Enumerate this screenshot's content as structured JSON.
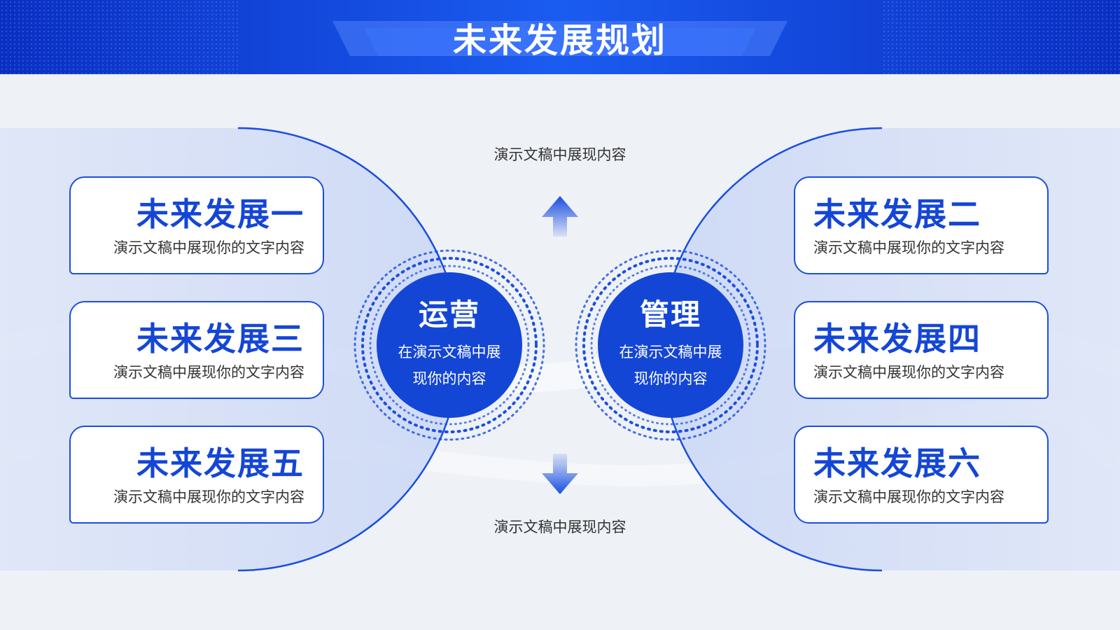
{
  "header": {
    "title": "未来发展规划"
  },
  "top_caption": "演示文稿中展现内容",
  "bottom_caption": "演示文稿中展现内容",
  "hubs": [
    {
      "title": "运营",
      "line1": "在演示文稿中展",
      "line2": "现你的内容"
    },
    {
      "title": "管理",
      "line1": "在演示文稿中展",
      "line2": "现你的内容"
    }
  ],
  "cards": [
    {
      "title": "未来发展一",
      "desc": "演示文稿中展现你的文字内容"
    },
    {
      "title": "未来发展二",
      "desc": "演示文稿中展现你的文字内容"
    },
    {
      "title": "未来发展三",
      "desc": "演示文稿中展现你的文字内容"
    },
    {
      "title": "未来发展四",
      "desc": "演示文稿中展现你的文字内容"
    },
    {
      "title": "未来发展五",
      "desc": "演示文稿中展现你的文字内容"
    },
    {
      "title": "未来发展六",
      "desc": "演示文稿中展现你的文字内容"
    }
  ],
  "colors": {
    "primary": "#1446d6",
    "header_blue": "#0a3ed8",
    "light_blue": "#d7e0f7"
  }
}
